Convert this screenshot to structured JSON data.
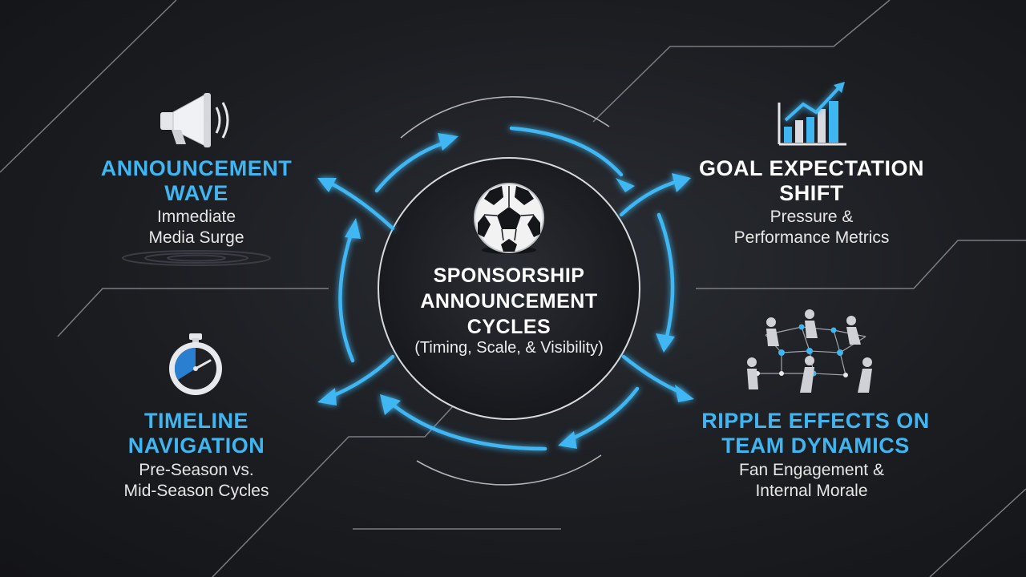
{
  "center": {
    "title_lines": [
      "SPONSORSHIP",
      "ANNOUNCEMENT",
      "CYCLES"
    ],
    "subtitle": "(Timing, Scale, & Visibility)",
    "icon": "soccer-ball-icon"
  },
  "nodes": {
    "announcement": {
      "title_lines": [
        "ANNOUNCEMENT",
        "WAVE"
      ],
      "sub_lines": [
        "Immediate",
        "Media Surge"
      ],
      "icon": "megaphone-icon"
    },
    "goal": {
      "title_lines": [
        "GOAL EXPECTATION",
        "SHIFT"
      ],
      "sub_lines": [
        "Pressure &",
        "Performance Metrics"
      ],
      "icon": "bar-chart-trend-icon"
    },
    "timeline": {
      "title_lines": [
        "TIMELINE",
        "NAVIGATION"
      ],
      "sub_lines": [
        "Pre-Season vs.",
        "Mid-Season Cycles"
      ],
      "icon": "stopwatch-icon"
    },
    "ripple": {
      "title_lines": [
        "RIPPLE EFFECTS ON",
        "TEAM DYNAMICS"
      ],
      "sub_lines": [
        "Fan Engagement &",
        "Internal Morale"
      ],
      "icon": "player-network-icon"
    }
  },
  "colors": {
    "accent": "#3fb6f2",
    "background": "#1b1d21",
    "text": "#ffffff"
  }
}
